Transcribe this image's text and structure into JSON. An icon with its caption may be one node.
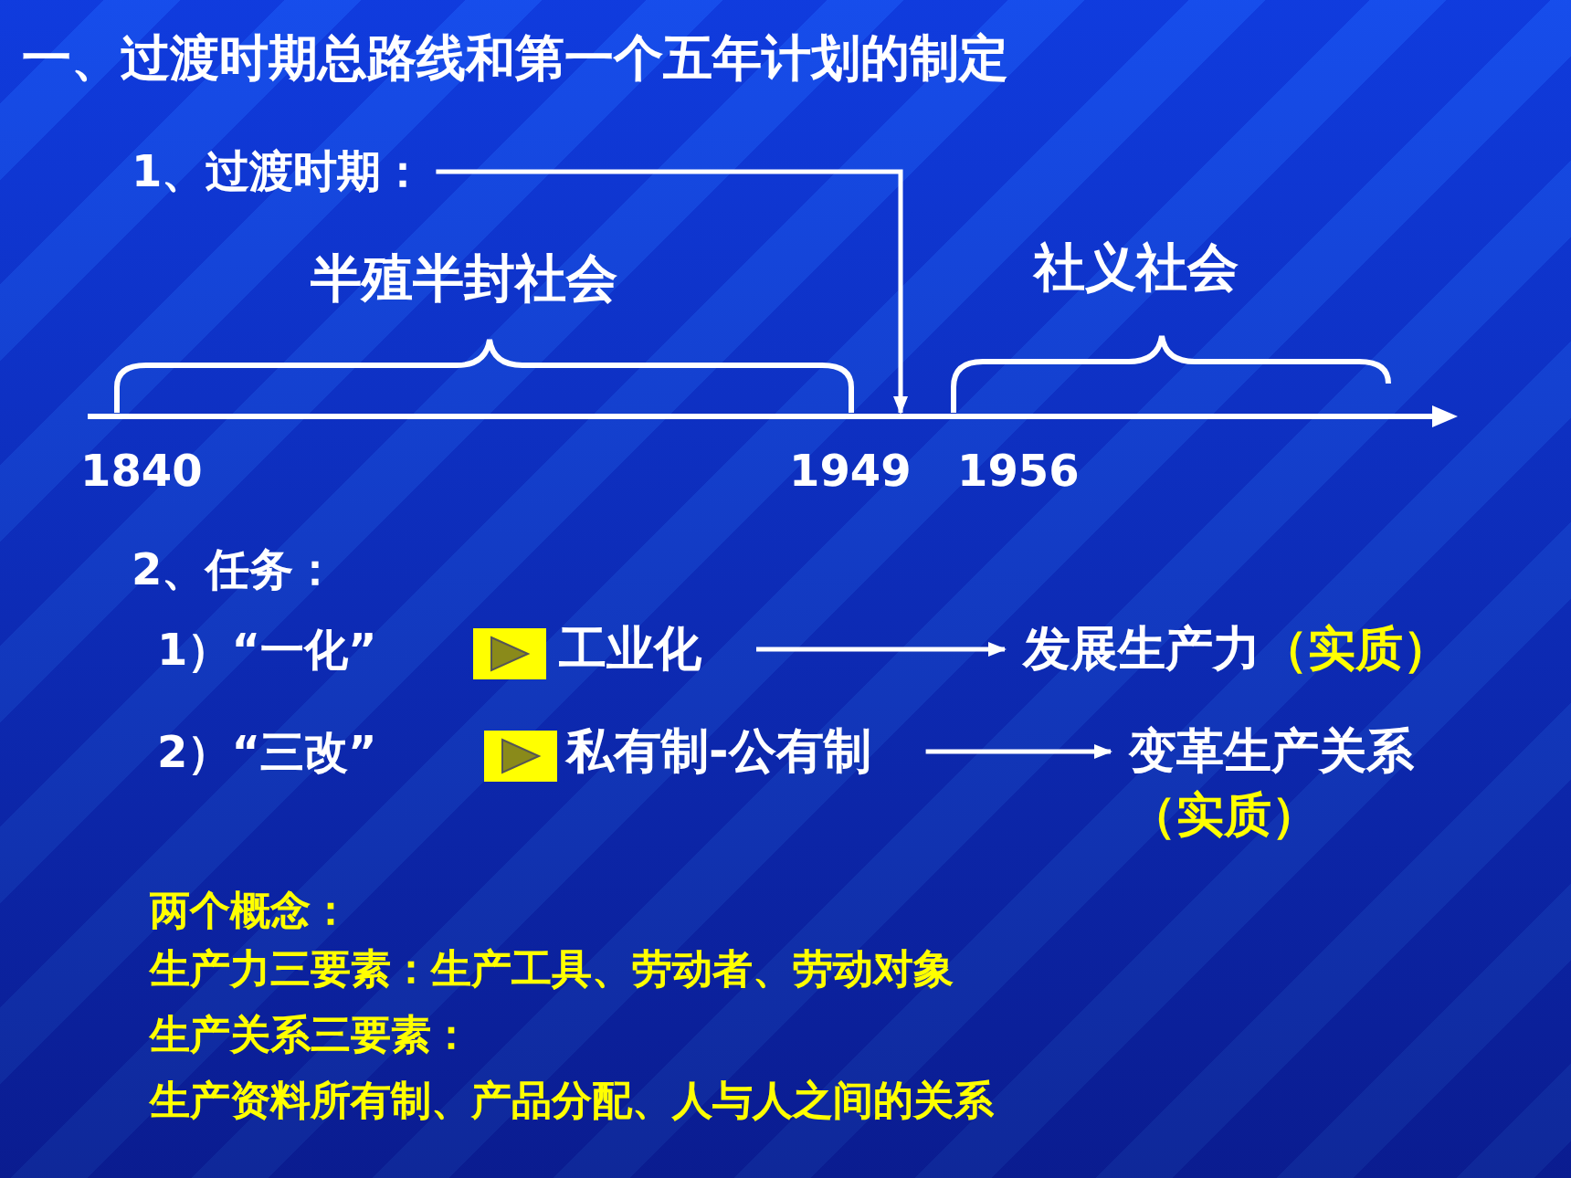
{
  "diagram": {
    "title": "一、过渡时期总路线和第一个五年计划的制定",
    "nodes": [
      {
        "text": [
          "1、过渡时期："
        ]
      },
      {
        "text": [
          "1）“一化”"
        ]
      },
      {
        "text": [
          "工业化"
        ]
      },
      {
        "text": [
          "发展生产力"
        ],
        "beside": [
          "（实质）"
        ]
      },
      {
        "text": [
          "2）“三改”"
        ]
      },
      {
        "text": [
          "私有制-公有制"
        ]
      },
      {
        "text": [
          "变革生产关系"
        ],
        "beside": [
          "（实质）"
        ]
      }
    ],
    "edges": [
      {
        "from": 0,
        "to": null,
        "arrow": "to"
      },
      {
        "from": 2,
        "to": 3,
        "arrow": "to"
      },
      {
        "from": 5,
        "to": 6,
        "arrow": "to"
      }
    ],
    "labels": [
      "半殖半封社会",
      "社义社会",
      "1840",
      "1949",
      "1956",
      "2、任务：",
      "两个概念：",
      "生产力三要素：生产工具、劳动者、劳动对象",
      "生产关系三要素：",
      "生产资料所有制、产品分配、人与人之间的关系"
    ]
  }
}
